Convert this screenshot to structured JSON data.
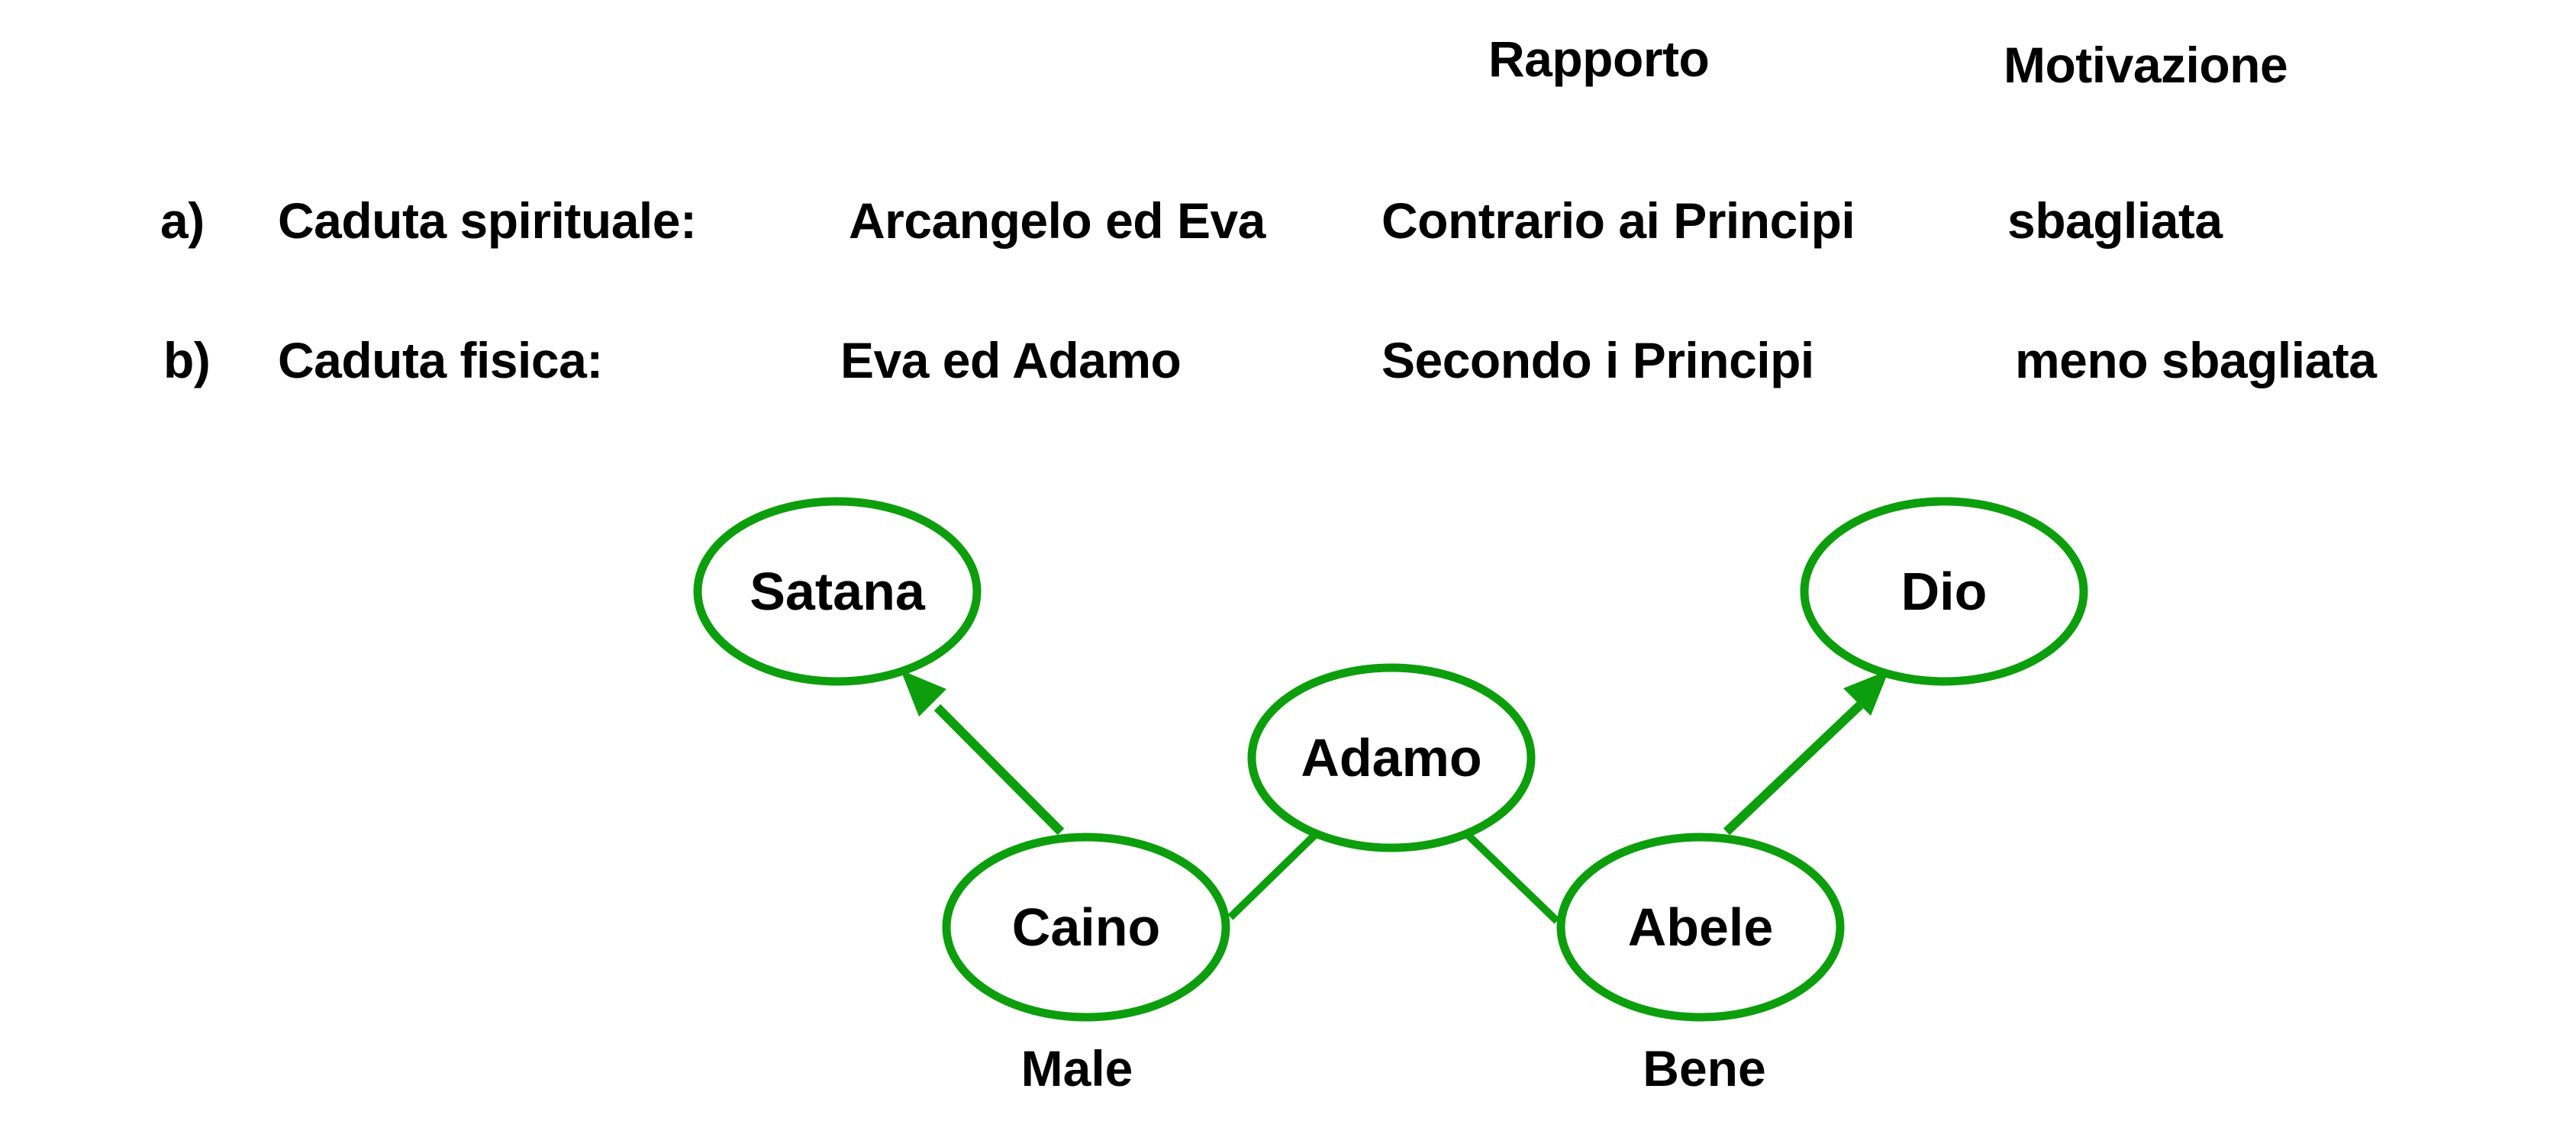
{
  "table": {
    "headers": {
      "rapporto": "Rapporto",
      "motivazione": "Motivazione"
    },
    "rows": [
      {
        "marker": "a)",
        "label": "Caduta spirituale:",
        "pair": "Arcangelo ed Eva",
        "rapporto": "Contrario ai Principi",
        "motivazione": "sbagliata"
      },
      {
        "marker": "b)",
        "label": "Caduta fisica:",
        "pair": "Eva ed Adamo",
        "rapporto": "Secondo i Principi",
        "motivazione": "meno sbagliata"
      }
    ]
  },
  "diagram": {
    "nodes": [
      {
        "id": "satana",
        "label": "Satana"
      },
      {
        "id": "dio",
        "label": "Dio"
      },
      {
        "id": "adamo",
        "label": "Adamo"
      },
      {
        "id": "caino",
        "label": "Caino"
      },
      {
        "id": "abele",
        "label": "Abele"
      }
    ],
    "captions": {
      "male": "Male",
      "bene": "Bene"
    },
    "edges": [
      {
        "from": "Caino",
        "to": "Satana",
        "style": "arrow"
      },
      {
        "from": "Abele",
        "to": "Dio",
        "style": "arrow"
      },
      {
        "from": "Adamo",
        "to": "Caino",
        "style": "line"
      },
      {
        "from": "Adamo",
        "to": "Abele",
        "style": "line"
      }
    ],
    "colors": {
      "node_stroke": "#0c9e0c",
      "label_text": "#000000",
      "background": "#ffffff"
    }
  }
}
